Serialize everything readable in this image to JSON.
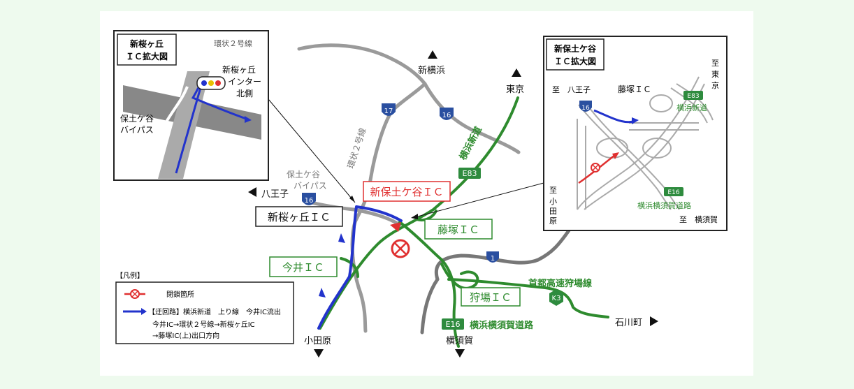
{
  "places": {
    "shinyokohama": "新横浜",
    "tokyo": "東京",
    "hachioji": "八王子",
    "odawara": "小田原",
    "yokosuka": "横須賀",
    "ishikawacho": "石川町"
  },
  "roads": {
    "kanjo2": "環状２号線",
    "hodogaya_bypass_l1": "保土ケ谷",
    "hodogaya_bypass_l2": "バイパス",
    "yokohama_shindo": "横浜新道",
    "shuto_karibaba": "首都高速狩場線",
    "yokoyoko": "横浜横須賀道路"
  },
  "route_shields": {
    "r17": "17",
    "r16": "16",
    "r16_left": "16",
    "r1": "1",
    "e83": "E83",
    "e16": "E16",
    "k3": "K3"
  },
  "interchanges": {
    "shin_hodogaya": "新保土ケ谷ＩＣ",
    "shin_sakuragaoka": "新桜ヶ丘ＩＣ",
    "fujizuka": "藤塚ＩＣ",
    "imai": "今井ＩＣ",
    "kariba": "狩場ＩＣ"
  },
  "inset_left": {
    "title_l1": "新桜ヶ丘",
    "title_l2": "ＩＣ拡大図",
    "kanjo2": "環状２号線",
    "north_l1": "新桜ヶ丘",
    "north_l2": "インター",
    "north_l3": "北側",
    "bypass_l1": "保土ケ谷",
    "bypass_l2": "バイパス"
  },
  "inset_right": {
    "title_l1": "新保土ケ谷",
    "title_l2": "ＩＣ拡大図",
    "hachioji": "至　八王子",
    "r16": "16",
    "fujizuka": "藤塚ＩＣ",
    "to_tokyo_1": "至",
    "to_tokyo_2": "東",
    "to_tokyo_3": "京",
    "e83": "E83",
    "shindo": "横浜新道",
    "to_odawara_1": "至",
    "to_odawara_2": "小",
    "to_odawara_3": "田",
    "to_odawara_4": "原",
    "e16": "E16",
    "yokoyoko": "横浜横須賀道路",
    "to_yokosuka": "至　横須賀"
  },
  "legend": {
    "title": "【凡例】",
    "closed": "閉鎖箇所",
    "detour_l1": "【迂回路】横浜新道　上り線　今井IC流出",
    "detour_l2": "今井IC→環状２号線→新桜ヶ丘IC",
    "detour_l3": "→藤塚IC(上)出口方向"
  },
  "colors": {
    "background": "#eefaee",
    "grey_road": "#9a9a9a",
    "dark_road": "#777777",
    "expressway": "#2e8b2e",
    "detour": "#2233cc",
    "closed": "#e03030",
    "shield_blue": "#2a4fa0",
    "shield_green": "#2e8b3e"
  }
}
